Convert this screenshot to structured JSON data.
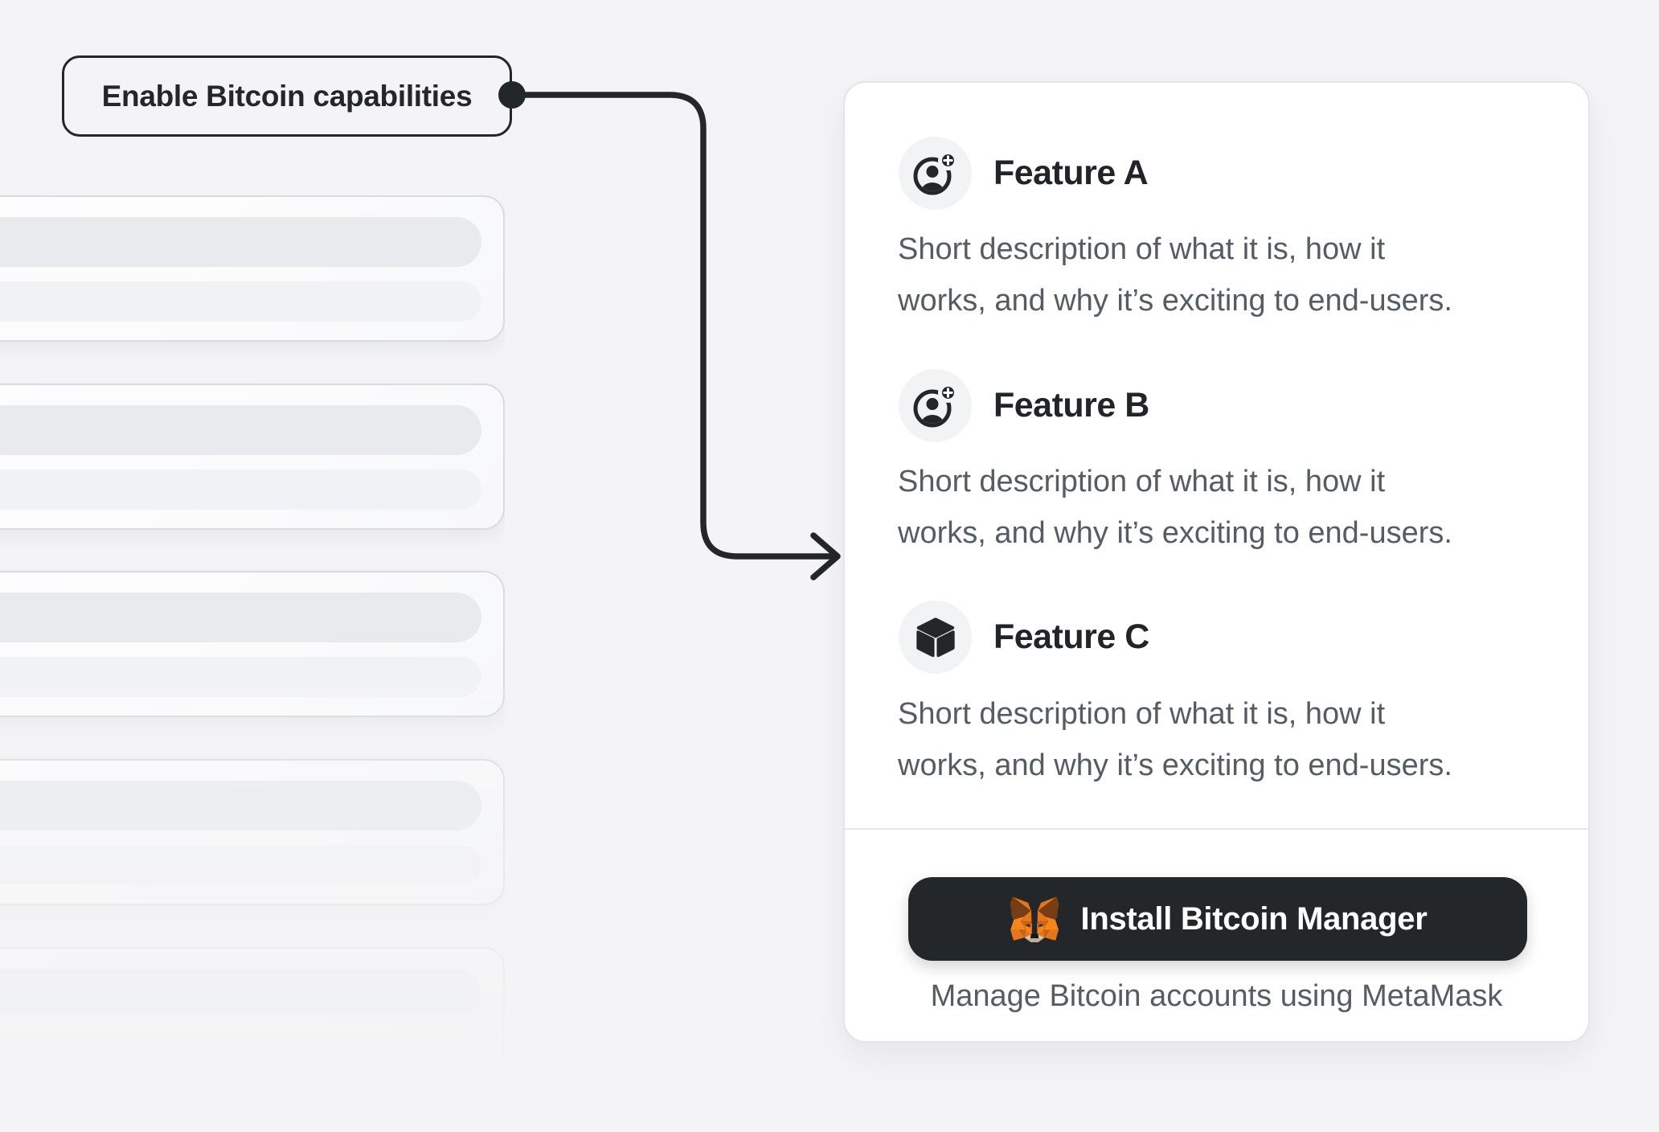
{
  "colors": {
    "bg": "#F4F4F6",
    "ink": "#24272A",
    "title_text": "#212428",
    "body_text": "#565C64",
    "card_bg": "#FFFFFF",
    "card_border": "#E3E5E9",
    "divider": "#E5E7EA",
    "icon_circle_bg": "#F2F3F5",
    "skeleton_border": "#D9DBE1",
    "skeleton_card_bg": "#FBFBFC",
    "skeleton_bar_dark": "#E8EAEE",
    "skeleton_bar_light": "#F1F2F5",
    "button_bg": "#24272A",
    "button_text": "#FFFFFF",
    "fox_orange": "#E4761B",
    "fox_dark": "#CD6116",
    "fox_light": "#E4751F",
    "fox_bright": "#F6851B",
    "fox_muzzle": "#D7C1B3",
    "fox_chin": "#C0AD9E",
    "fox_mouth": "#161616",
    "fox_eye": "#233447",
    "fox_brown": "#763D16"
  },
  "annotation": {
    "label": "Enable Bitcoin capabilities"
  },
  "skeleton": {
    "card_count": 5
  },
  "panel": {
    "features": [
      {
        "icon": "user-add-icon",
        "title": "Feature A",
        "description": "Short description of what it is, how it\nworks, and why it’s exciting to end-users."
      },
      {
        "icon": "user-add-icon",
        "title": "Feature B",
        "description": "Short description of what it is, how it\nworks, and why it’s exciting to end-users."
      },
      {
        "icon": "cube-icon",
        "title": "Feature C",
        "description": "Short description of what it is, how it\nworks, and why it’s exciting to end-users."
      }
    ],
    "footer": {
      "button_label": "Install Bitcoin Manager",
      "caption": "Manage Bitcoin accounts using MetaMask"
    }
  }
}
